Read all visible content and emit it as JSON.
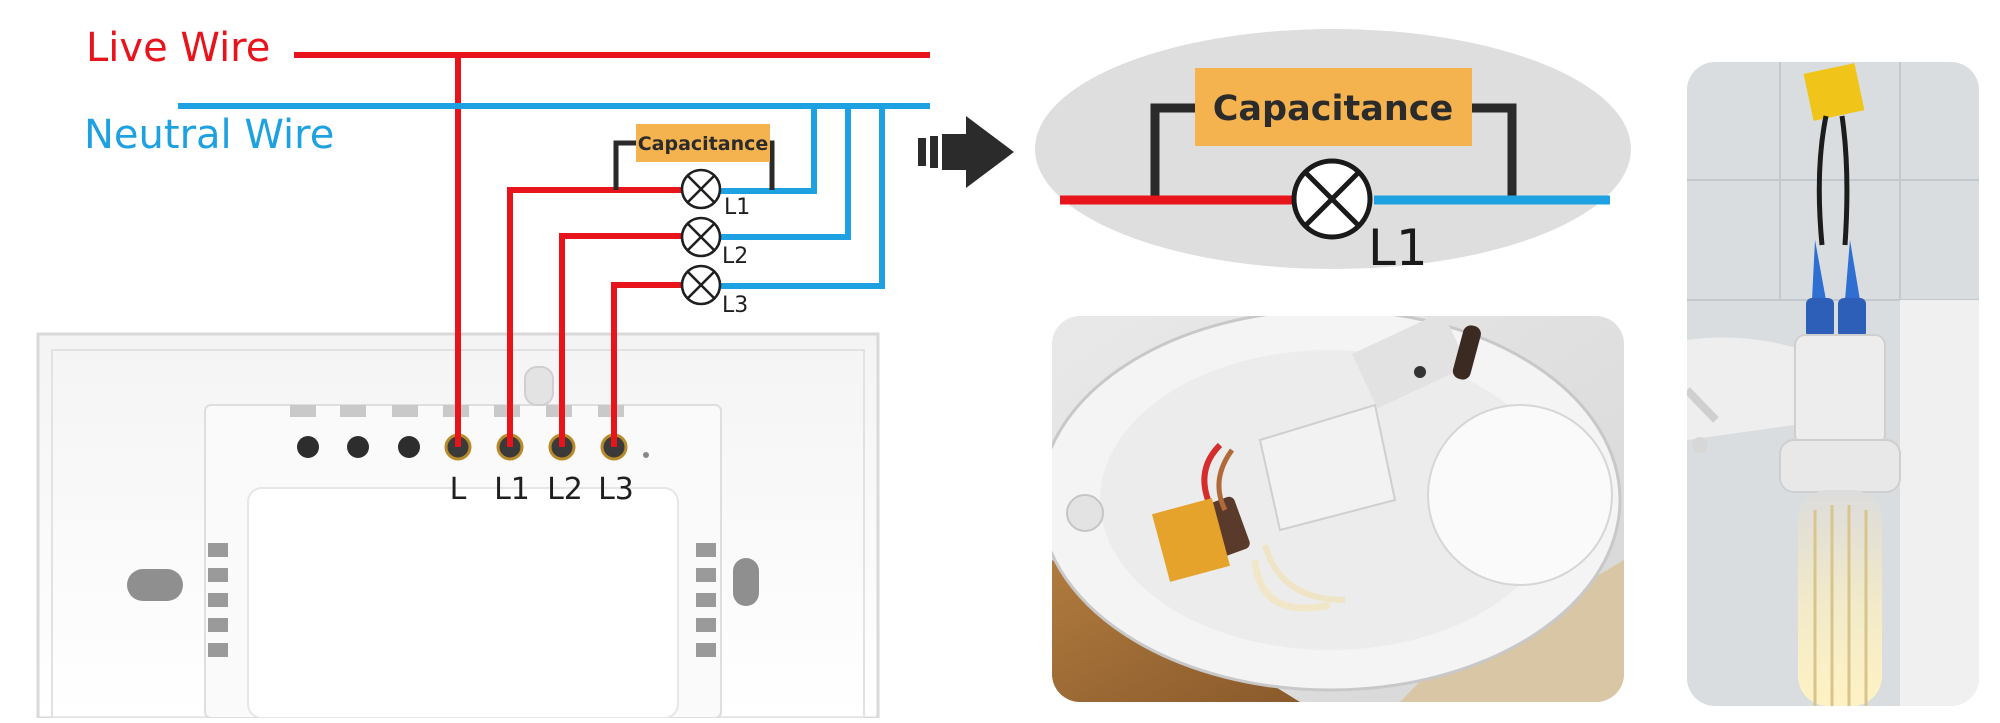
{
  "wiring": {
    "live_label": "Live Wire",
    "neutral_label": "Neutral Wire",
    "capacitance_label": "Capacitance",
    "lamps": [
      "L1",
      "L2",
      "L3"
    ],
    "terminals": [
      "L",
      "L1",
      "L2",
      "L3"
    ]
  },
  "inset": {
    "capacitance_label": "Capacitance",
    "lamp_label": "L1"
  },
  "colors": {
    "live": "#e8141c",
    "neutral": "#1ea1e0",
    "capacitor": "#f5b350",
    "inset_bg": "#dedede",
    "dark_wire": "#2a2a2a"
  },
  "icons": [
    "right-arrow-icon",
    "lamp-icon"
  ]
}
